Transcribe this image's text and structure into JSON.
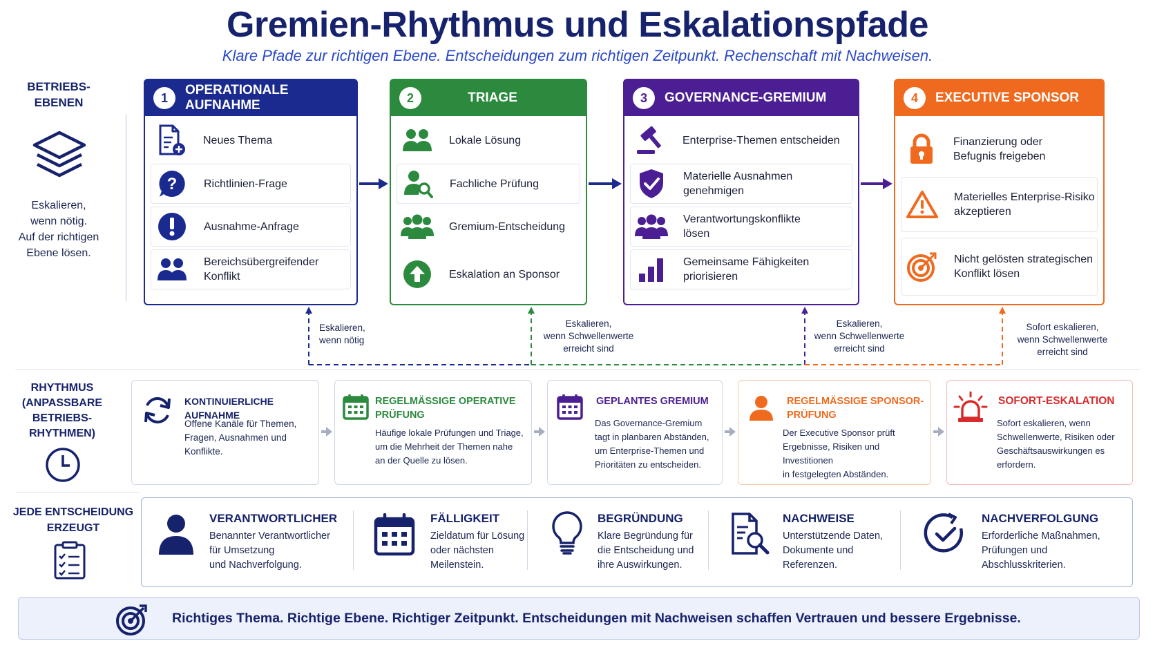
{
  "title": "Gremien-Rhythmus und Eskalationspfade",
  "subtitle": "Klare Pfade zur richtigen Ebene. Entscheidungen zum richtigen Zeitpunkt. Rechenschaft mit Nachweisen.",
  "left_panel": {
    "label_line1": "BETRIEBS-",
    "label_line2": "EBENEN",
    "note_line1": "Eskalieren,",
    "note_line2": "wenn nötig.",
    "note_line3": "Auf der richtigen",
    "note_line4": "Ebene lösen.",
    "icon": "layers-icon"
  },
  "colors": {
    "stage1": "#1b2a8f",
    "stage2": "#2b8a3e",
    "stage3": "#4b1f93",
    "stage4": "#ef6a1f",
    "rhythm_reg_sponsor": "#ef6a1f",
    "rhythm_sofort": "#d82b2b"
  },
  "stages": [
    {
      "number": "1",
      "title": "OPERATIONALE AUFNAHME",
      "items": [
        {
          "icon": "new-document-icon",
          "line1": "Neues Thema",
          "line2": ""
        },
        {
          "icon": "question-icon",
          "line1": "Richtlinien-Frage",
          "line2": ""
        },
        {
          "icon": "exclamation-icon",
          "line1": "Ausnahme-Anfrage",
          "line2": ""
        },
        {
          "icon": "people-icon",
          "line1": "Bereichsübergreifender",
          "line2": "Konflikt"
        }
      ]
    },
    {
      "number": "2",
      "title": "TRIAGE",
      "items": [
        {
          "icon": "people-icon",
          "line1": "Lokale Lösung",
          "line2": ""
        },
        {
          "icon": "person-search-icon",
          "line1": "Fachliche Prüfung",
          "line2": ""
        },
        {
          "icon": "group-icon",
          "line1": "Gremium-Entscheidung",
          "line2": ""
        },
        {
          "icon": "arrow-up-circle-icon",
          "line1": "Eskalation an Sponsor",
          "line2": ""
        }
      ]
    },
    {
      "number": "3",
      "title": "GOVERNANCE-GREMIUM",
      "items": [
        {
          "icon": "gavel-icon",
          "line1": "Enterprise-Themen entscheiden",
          "line2": ""
        },
        {
          "icon": "shield-check-icon",
          "line1": "Materielle Ausnahmen",
          "line2": "genehmigen"
        },
        {
          "icon": "group-icon",
          "line1": "Verantwortungskonflikte",
          "line2": "lösen"
        },
        {
          "icon": "bar-chart-icon",
          "line1": "Gemeinsame Fähigkeiten",
          "line2": "priorisieren"
        }
      ]
    },
    {
      "number": "4",
      "title": "EXECUTIVE SPONSOR",
      "items": [
        {
          "icon": "lock-icon",
          "line1": "Finanzierung oder",
          "line2": "Befugnis freigeben"
        },
        {
          "icon": "warning-icon",
          "line1": "Materielles Enterprise-Risiko",
          "line2": "akzeptieren"
        },
        {
          "icon": "target-icon",
          "line1": "Nicht gelösten strategischen",
          "line2": "Konflikt lösen"
        }
      ]
    }
  ],
  "escalation_notes": [
    {
      "line1": "Eskalieren,",
      "line2": "wenn nötig",
      "line3": ""
    },
    {
      "line1": "Eskalieren,",
      "line2": "wenn Schwellenwerte",
      "line3": "erreicht sind"
    },
    {
      "line1": "Eskalieren,",
      "line2": "wenn Schwellenwerte",
      "line3": "erreicht sind"
    },
    {
      "line1": "Sofort eskalieren,",
      "line2": "wenn Schwellenwerte",
      "line3": "erreicht sind"
    }
  ],
  "rhythm": {
    "label_line1": "RHYTHMUS",
    "label_line2": "(ANPASSBARE",
    "label_line3": "BETRIEBS-",
    "label_line4": "RHYTHMEN)",
    "icon": "clock-icon",
    "cards": [
      {
        "icon": "refresh-icon",
        "title1": "KONTINUIERLICHE AUFNAHME",
        "title2": "",
        "text1": "Offene Kanäle für Themen,",
        "text2": "Fragen, Ausnahmen und",
        "text3": "Konflikte.",
        "text4": ""
      },
      {
        "icon": "calendar-icon",
        "title1": "REGELMÄSSIGE OPERATIVE",
        "title2": "PRÜFUNG",
        "text1": "Häufige lokale Prüfungen und Triage,",
        "text2": "um die Mehrheit der Themen nahe",
        "text3": "an der Quelle zu lösen.",
        "text4": ""
      },
      {
        "icon": "calendar-icon",
        "title1": "GEPLANTES GREMIUM",
        "title2": "",
        "text1": "Das Governance-Gremium",
        "text2": "tagt in planbaren Abständen,",
        "text3": "um Enterprise-Themen und",
        "text4": "Prioritäten zu entscheiden."
      },
      {
        "icon": "person-icon",
        "title1": "REGELMÄSSIGE SPONSOR-",
        "title2": "PRÜFUNG",
        "text1": "Der Executive Sponsor prüft",
        "text2": "Ergebnisse, Risiken und Investitionen",
        "text3": "in festgelegten Abständen.",
        "text4": ""
      },
      {
        "icon": "alarm-icon",
        "title1": "SOFORT-ESKALATION",
        "title2": "",
        "text1": "Sofort eskalieren, wenn",
        "text2": "Schwellenwerte, Risiken oder",
        "text3": "Geschäftsauswirkungen es",
        "text4": "erfordern."
      }
    ]
  },
  "outputs": {
    "label_line1": "JEDE ENTSCHEIDUNG",
    "label_line2": "ERZEUGT",
    "icon": "checklist-icon",
    "items": [
      {
        "icon": "person-icon",
        "title": "VERANTWORTLICHER",
        "text1": "Benannter Verantwortlicher",
        "text2": "für Umsetzung",
        "text3": "und Nachverfolgung."
      },
      {
        "icon": "calendar-icon",
        "title": "FÄLLIGKEIT",
        "text1": "Zieldatum für Lösung",
        "text2": "oder nächsten",
        "text3": "Meilenstein."
      },
      {
        "icon": "lightbulb-icon",
        "title": "BEGRÜNDUNG",
        "text1": "Klare Begründung für",
        "text2": "die Entscheidung und",
        "text3": "ihre Auswirkungen."
      },
      {
        "icon": "document-search-icon",
        "title": "NACHWEISE",
        "text1": "Unterstützende Daten,",
        "text2": "Dokumente und",
        "text3": "Referenzen."
      },
      {
        "icon": "circle-check-icon",
        "title": "NACHVERFOLGUNG",
        "text1": "Erforderliche Maßnahmen,",
        "text2": "Prüfungen und",
        "text3": "Abschlusskriterien."
      }
    ]
  },
  "footer": {
    "icon": "target-icon",
    "text": "Richtiges Thema. Richtige Ebene. Richtiger Zeitpunkt. Entscheidungen mit Nachweisen schaffen Vertrauen und bessere Ergebnisse."
  }
}
